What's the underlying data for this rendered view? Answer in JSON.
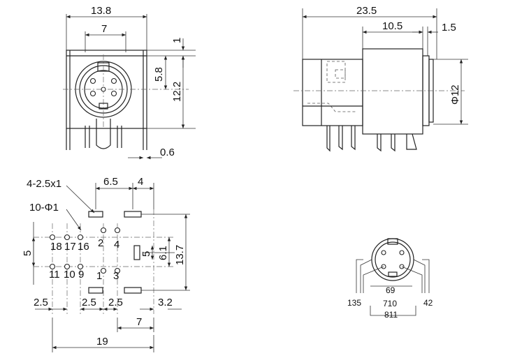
{
  "dims": {
    "front_width": "13.8",
    "front_inner": "7",
    "front_top_gap": "1",
    "front_center": "5.8",
    "front_height": "12.2",
    "front_pin": "0.6",
    "side_length": "23.5",
    "side_mid": "10.5",
    "side_flange": "1.5",
    "side_diameter": "Φ12",
    "pcb_holes_slot": "4-2.5x1",
    "pcb_holes_round": "10-Φ1",
    "pcb_6_5": "6.5",
    "pcb_4": "4",
    "pcb_5_left": "5",
    "pcb_5_right": "5",
    "pcb_6_1": "6.1",
    "pcb_13_7": "13.7",
    "pcb_2_5_a": "2.5",
    "pcb_2_5_b": "2.5",
    "pcb_2_5_c": "2.5",
    "pcb_3_2": "3.2",
    "pcb_7": "7",
    "pcb_19": "19"
  },
  "pins": {
    "p18": "18",
    "p17": "17",
    "p16": "16",
    "p11": "11",
    "p10": "10",
    "p9": "9",
    "p2": "2",
    "p4": "4",
    "p1": "1",
    "p3": "3"
  },
  "schematic": {
    "left": "135",
    "right": "42",
    "mid1": "69",
    "mid2": "710",
    "mid3": "811"
  }
}
